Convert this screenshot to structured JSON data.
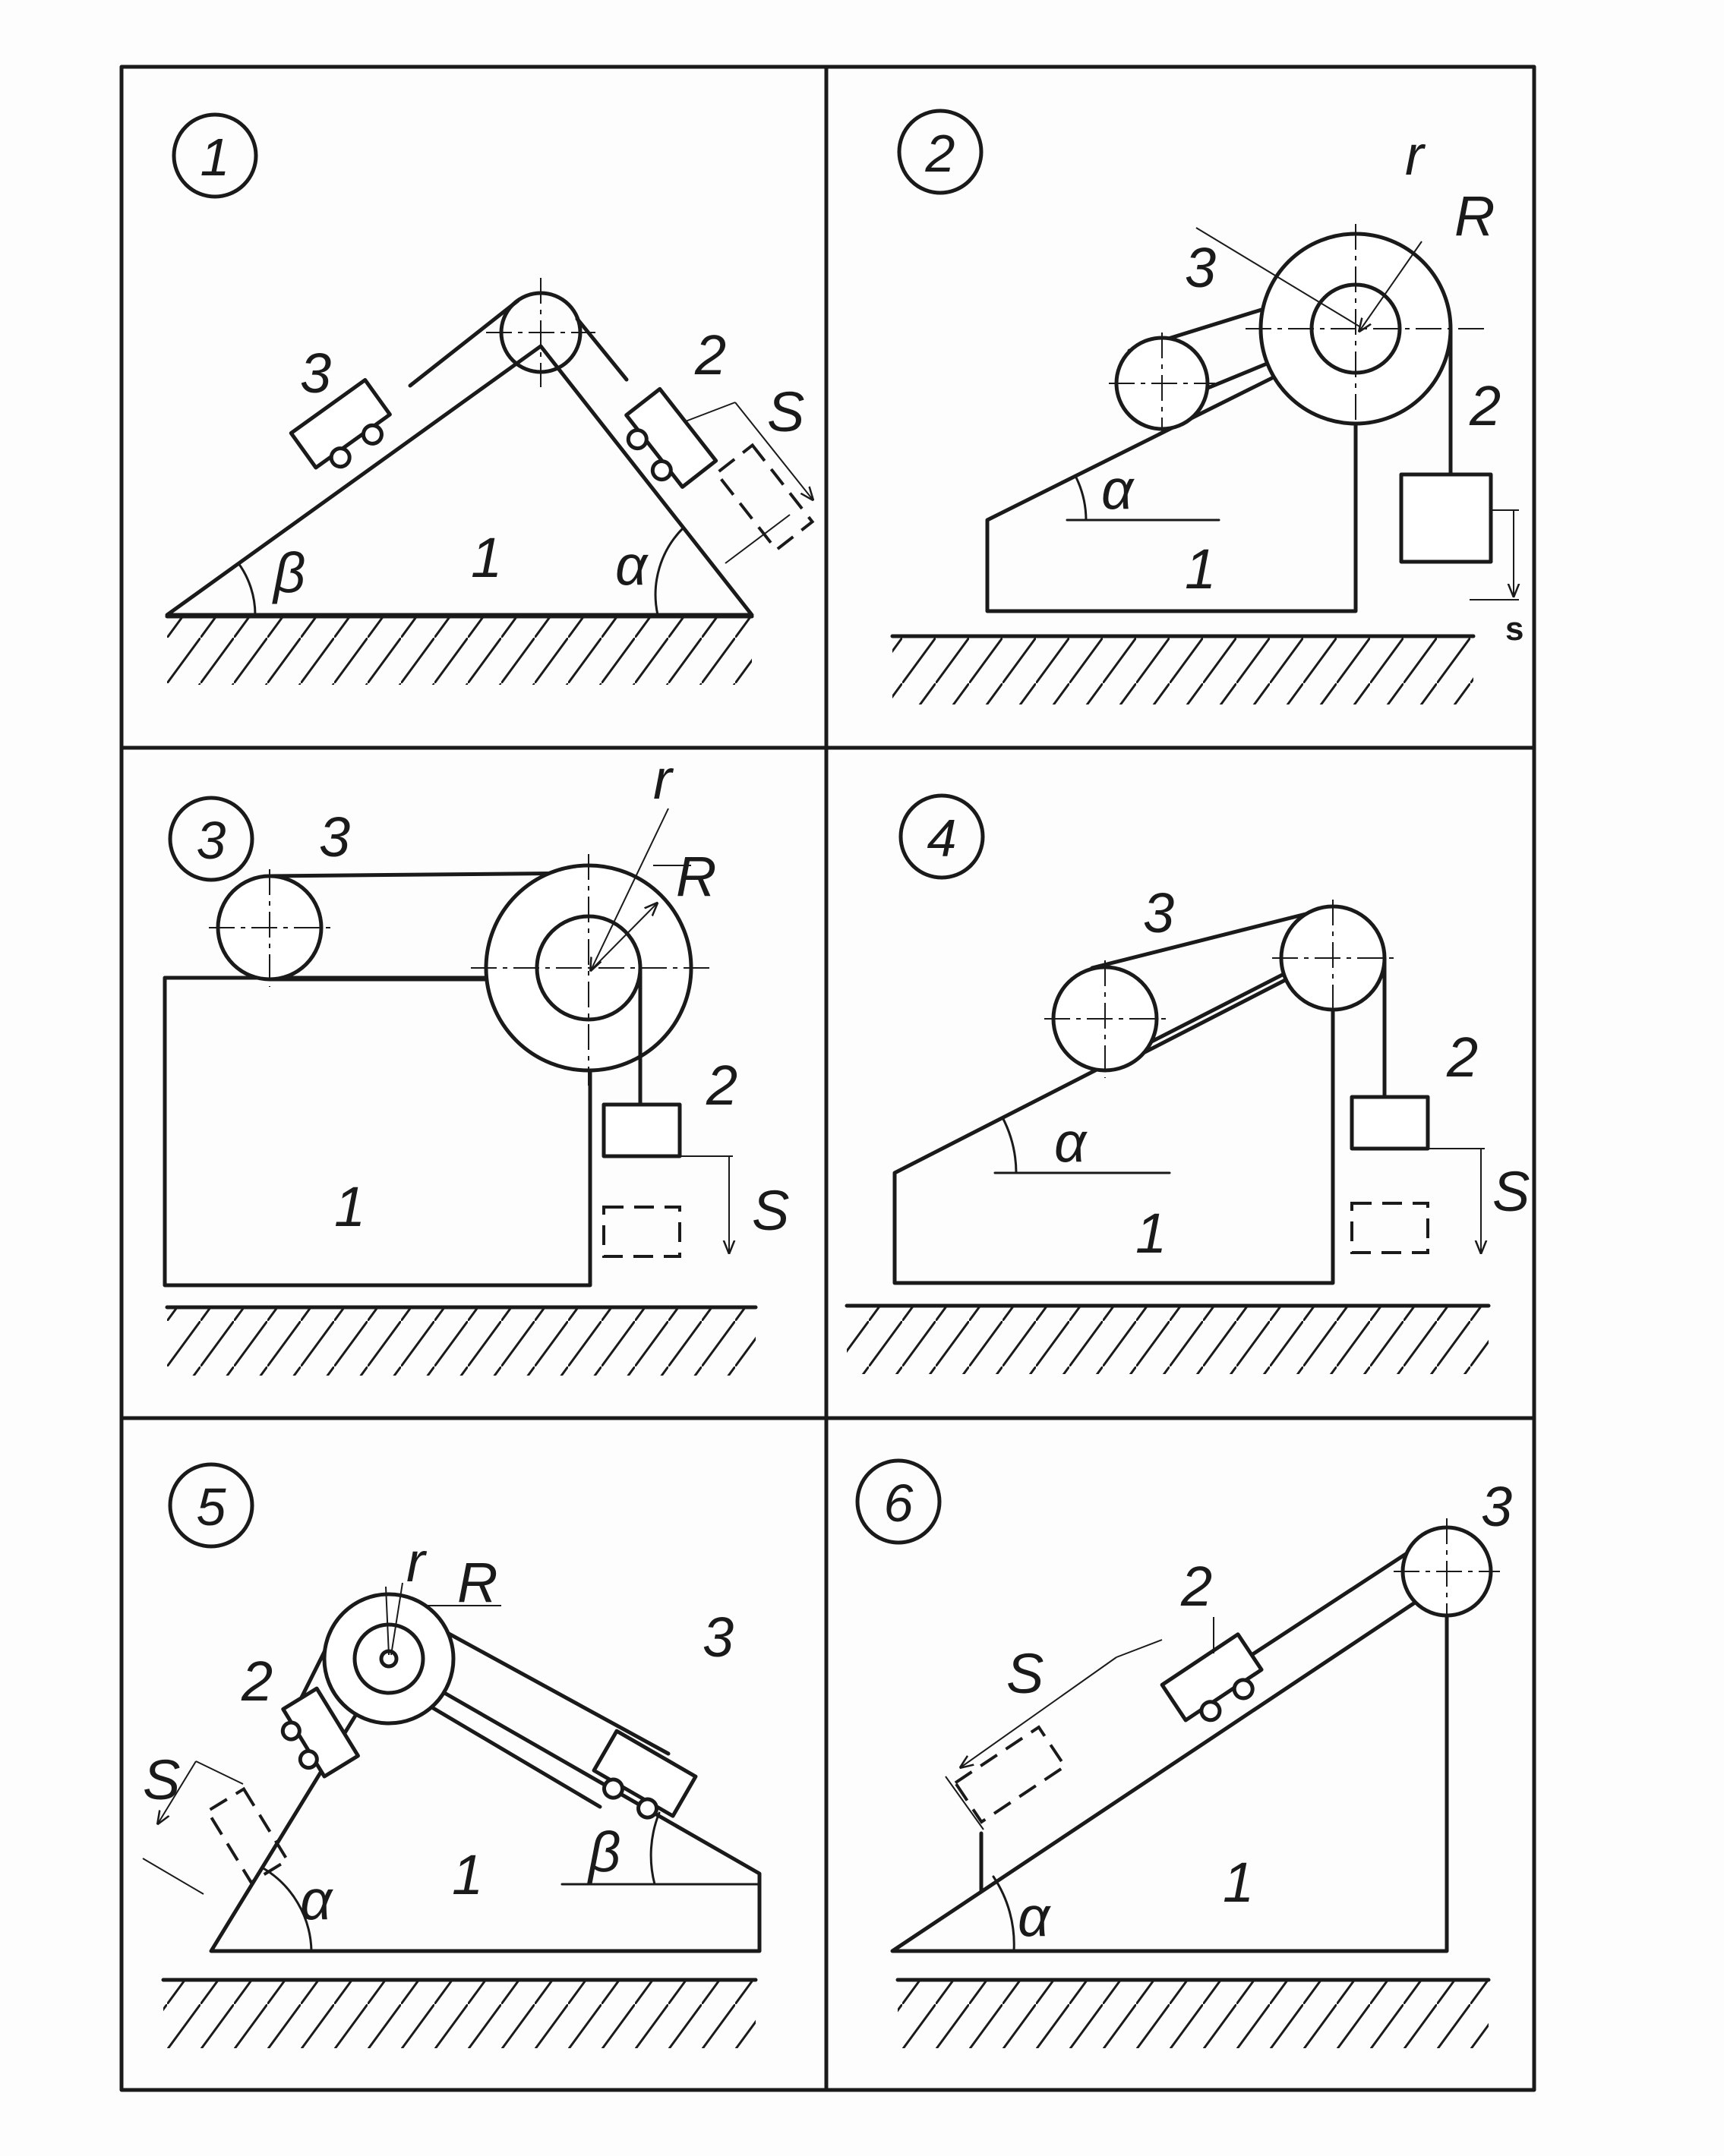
{
  "panels": [
    {
      "number": "1",
      "labels": {
        "body1": "1",
        "body2": "2",
        "body3": "3",
        "displacement": "S",
        "angle_a": "α",
        "angle_b": "β"
      }
    },
    {
      "number": "2",
      "labels": {
        "body1": "1",
        "body2": "2",
        "body3": "3",
        "displacement": "s",
        "inner_radius": "r",
        "outer_radius": "R",
        "angle_a": "α"
      }
    },
    {
      "number": "3",
      "labels": {
        "body1": "1",
        "body2": "2",
        "body3": "3",
        "displacement": "S",
        "inner_radius": "r",
        "outer_radius": "R"
      }
    },
    {
      "number": "4",
      "labels": {
        "body1": "1",
        "body2": "2",
        "body3": "3",
        "displacement": "S",
        "angle_a": "α"
      }
    },
    {
      "number": "5",
      "labels": {
        "body1": "1",
        "body2": "2",
        "body3": "3",
        "displacement": "S",
        "inner_radius": "r",
        "outer_radius": "R",
        "angle_a": "α",
        "angle_b": "β"
      }
    },
    {
      "number": "6",
      "labels": {
        "body1": "1",
        "body2": "2",
        "body3": "3",
        "displacement": "S",
        "angle_a": "α"
      }
    }
  ]
}
